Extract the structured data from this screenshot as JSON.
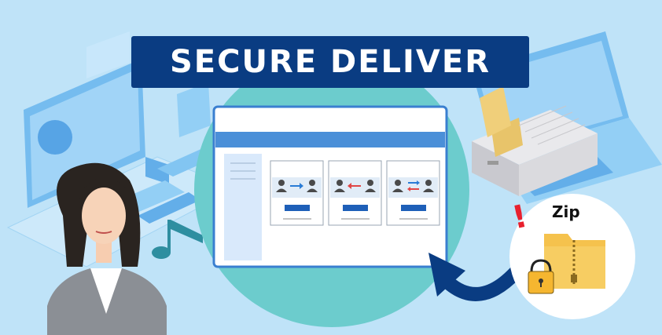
{
  "banner": {
    "title": "SECURE DELIVER"
  },
  "zip": {
    "label": "Zip",
    "alert_mark": "!"
  },
  "colors": {
    "background": "#bfe3f8",
    "banner": "#0a3c82",
    "circle": "#6ccccd",
    "window_header": "#4a8fd8",
    "button": "#1e5fb8",
    "arrow_blue": "#2a7cd6",
    "arrow_red": "#e04545",
    "folder": "#f5c24d",
    "alert": "#e8202e"
  },
  "transfer_cards": [
    {
      "direction": "send"
    },
    {
      "direction": "receive"
    },
    {
      "direction": "both"
    }
  ]
}
